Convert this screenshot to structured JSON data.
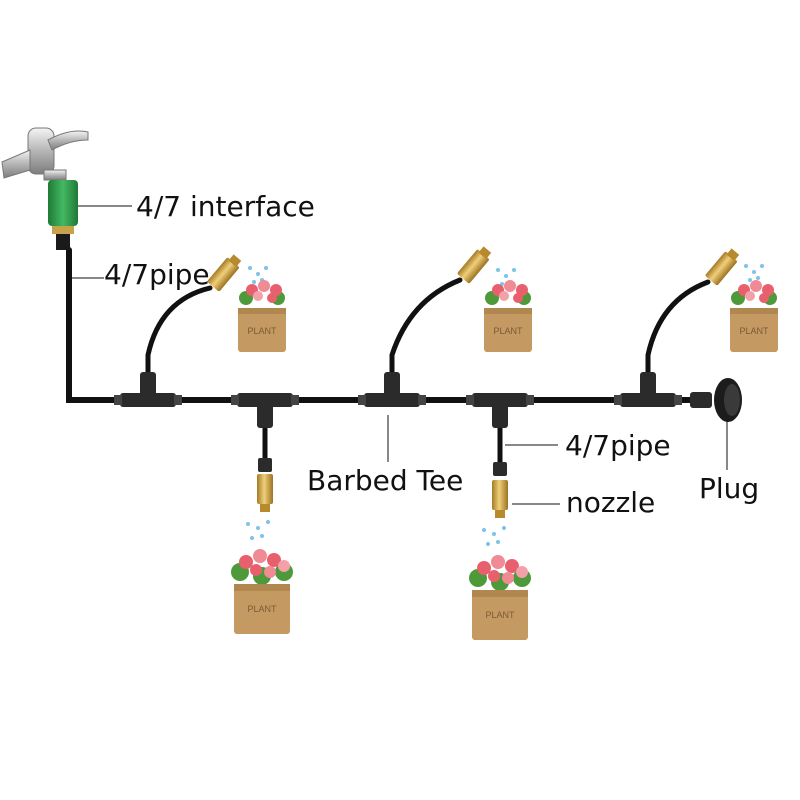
{
  "labels": {
    "interface": "4/7 interface",
    "pipe_top": "4/7pipe",
    "tee": "Barbed Tee",
    "pipe_bottom": "4/7pipe",
    "nozzle": "nozzle",
    "plug": "Plug"
  },
  "pot_text": "PLANT",
  "icons": [
    "faucet-icon",
    "connector-icon",
    "barbed-tee-icon",
    "nozzle-icon",
    "plant-pot-icon",
    "plug-icon",
    "water-drop-icon"
  ],
  "colors": {
    "pipe": "#111111",
    "connector_green": "#2f9e4a",
    "brass": "#c9a045",
    "pot": "#c59a62",
    "flower": "#e8606e",
    "leaf": "#4e9a3a",
    "water": "#7cc4ea"
  }
}
